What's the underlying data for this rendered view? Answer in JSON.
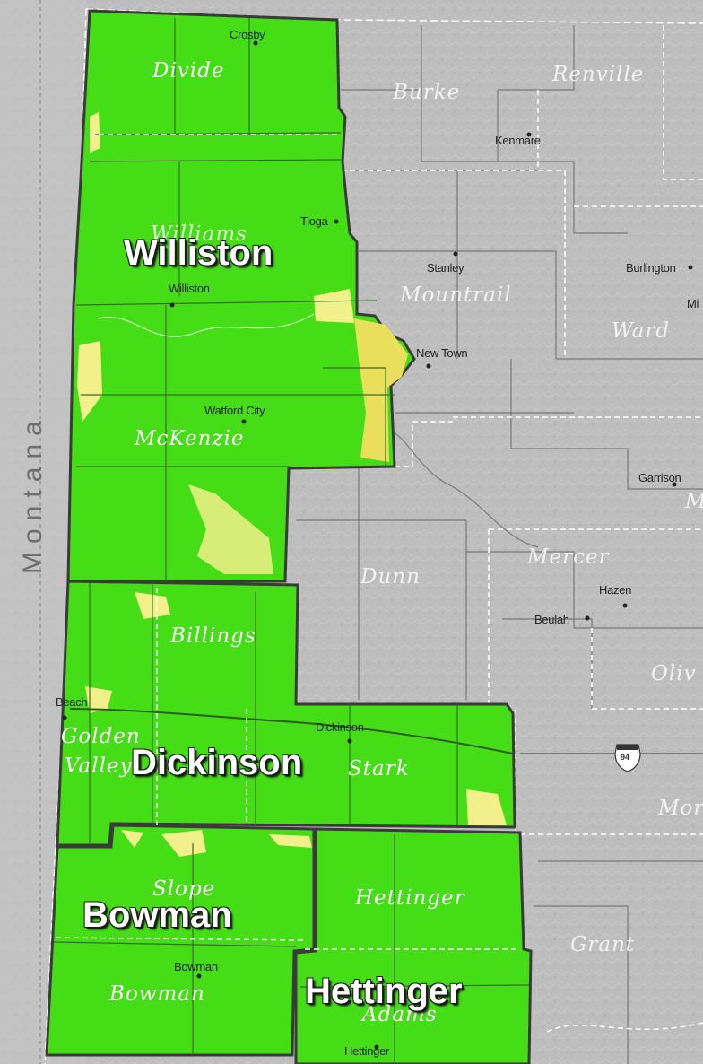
{
  "state_label": "Montana",
  "districts": {
    "williston": "Williston",
    "dickinson": "Dickinson",
    "bowman": "Bowman",
    "hettinger": "Hettinger"
  },
  "counties_shaded": {
    "divide": "Divide",
    "williams": "Williams",
    "mckenzie": "McKenzie",
    "billings": "Billings",
    "golden_valley_1": "Golden",
    "golden_valley_2": "Valley",
    "stark": "Stark",
    "slope": "Slope",
    "bowman": "Bowman",
    "hettinger": "Hettinger",
    "adams": "Adams"
  },
  "counties_other": {
    "burke": "Burke",
    "renville": "Renville",
    "mountrail": "Mountrail",
    "ward": "Ward",
    "dunn": "Dunn",
    "mercer": "Mercer",
    "oliver": "Oliv",
    "morton": "Mor",
    "grant": "Grant",
    "mclean": "M"
  },
  "towns": {
    "crosby": "Crosby",
    "kenmare": "Kenmare",
    "tioga": "Tioga",
    "williston": "Williston",
    "stanley": "Stanley",
    "burlington": "Burlington",
    "minot": "Mi",
    "new_town": "New Town",
    "watford_city": "Watford City",
    "garrison": "Garrison",
    "hazen": "Hazen",
    "beulah": "Beulah",
    "beach": "Beach",
    "dickinson": "Dickinson",
    "bowman": "Bowman",
    "hettinger": "Hettinger"
  },
  "highway": "94",
  "colors": {
    "background": "#b9b9b9",
    "district_fill": "#44dd16",
    "yellow_area": "#f2f08a",
    "border": "#3a3a3a",
    "dashed": "#ffffff"
  }
}
